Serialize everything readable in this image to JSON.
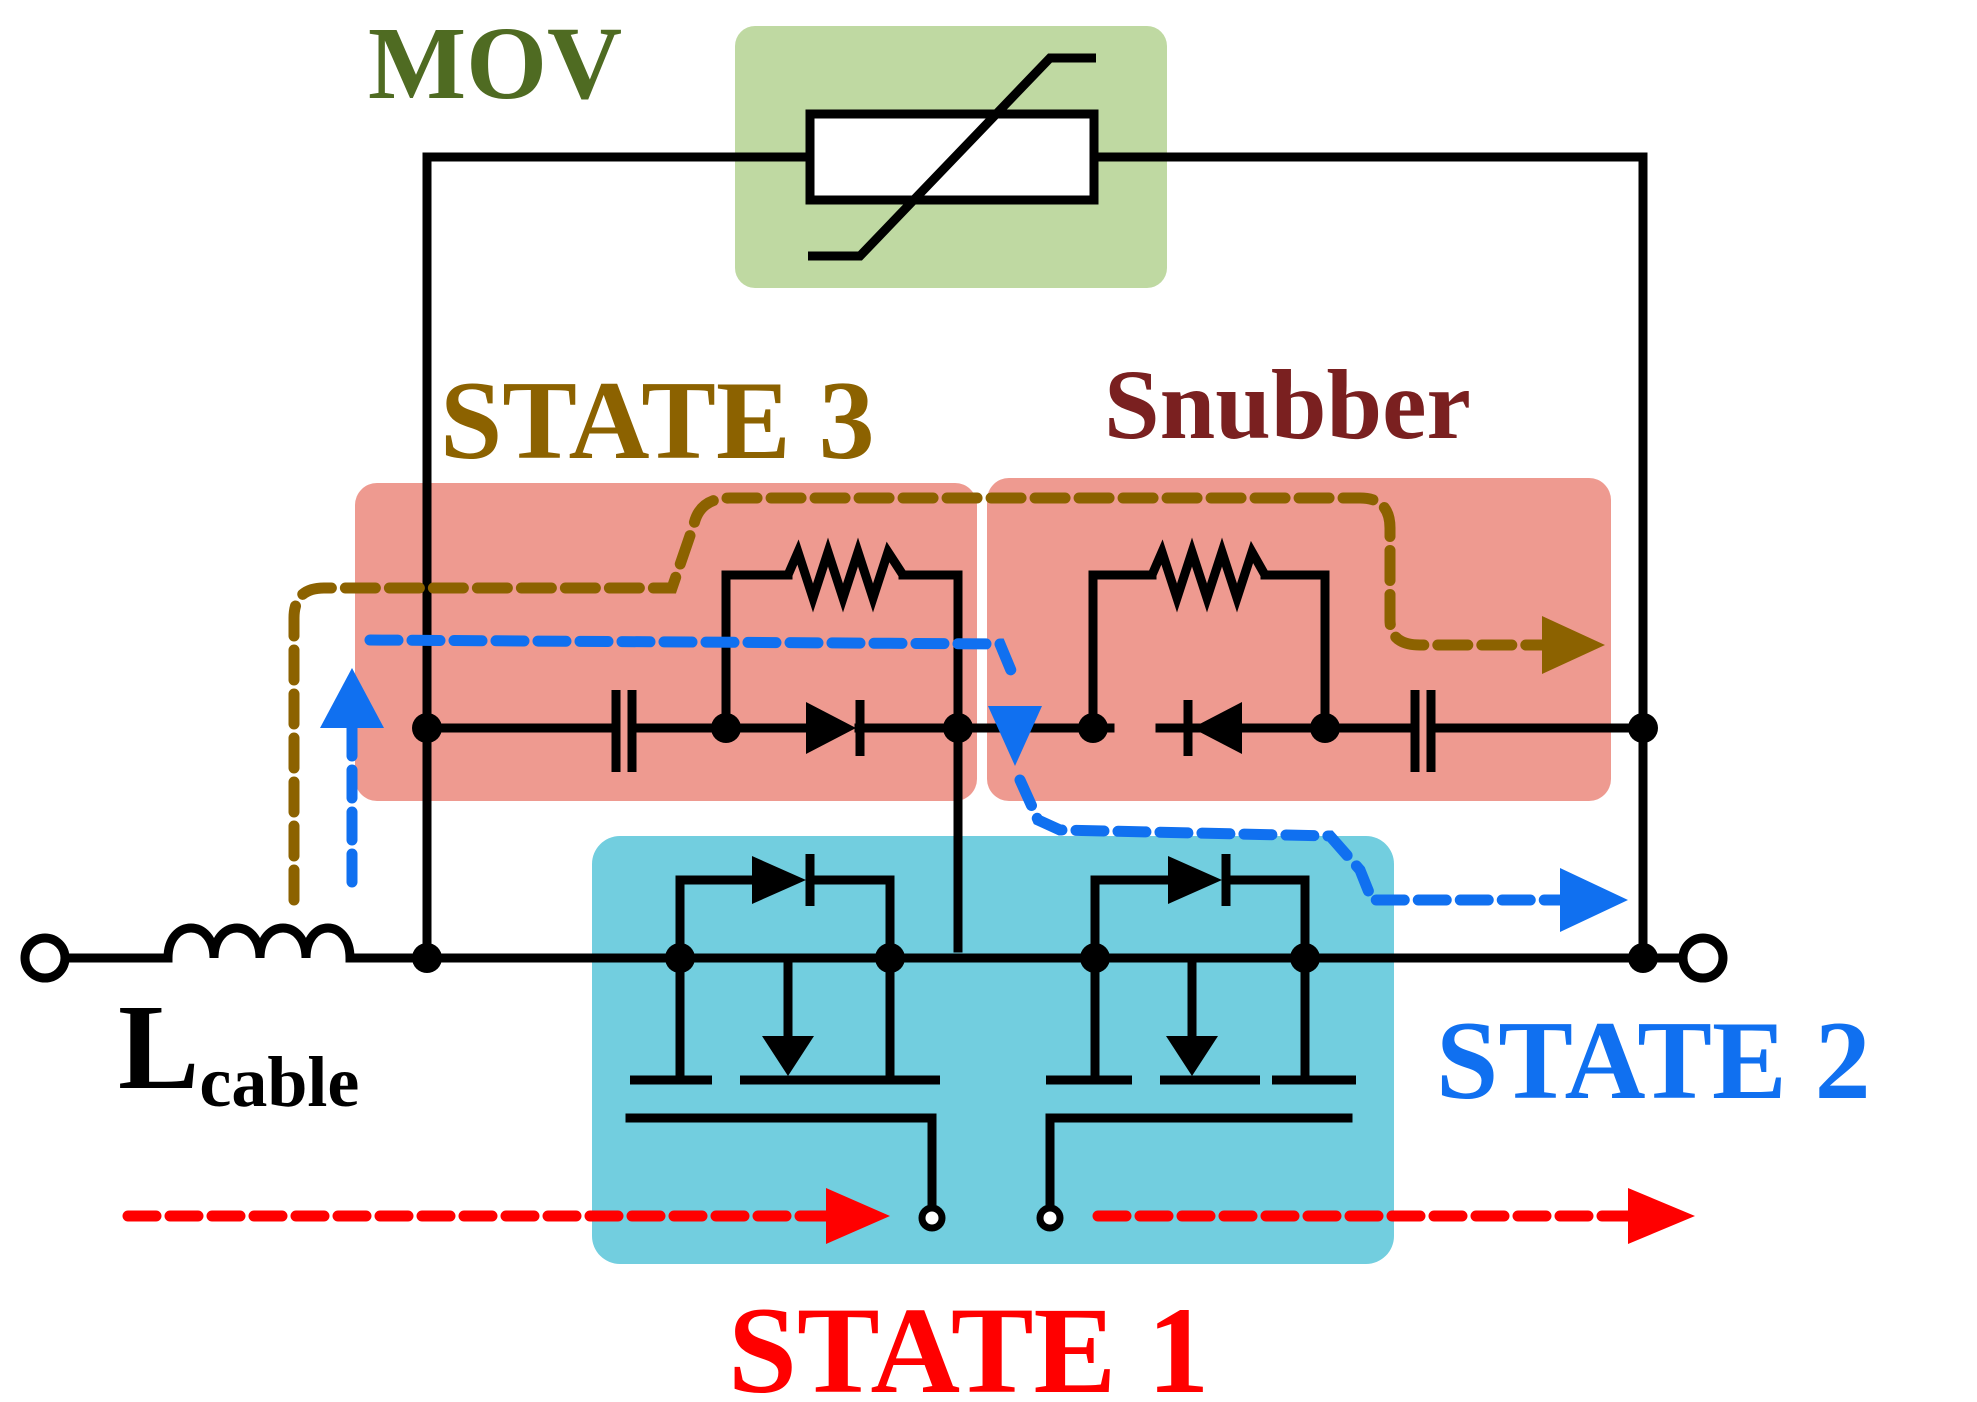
{
  "labels": {
    "mov": "MOV",
    "state3": "STATE 3",
    "snubber": "Snubber",
    "state2": "STATE 2",
    "state1": "STATE 1",
    "lcable_main": "L",
    "lcable_sub": "cable"
  },
  "colors": {
    "wire": "#000000",
    "mov_box": "#bfd9a2",
    "mov_label": "#4f6b22",
    "snubber_box": "#ee9a90",
    "snubber_label": "#7a2020",
    "switch_box": "#72cedf",
    "state1": "#ff0000",
    "state2": "#1070f0",
    "state3": "#8c6200"
  },
  "components": {
    "mov": "varistor",
    "inductor": "cable-inductance",
    "snubber_left": [
      "capacitor",
      "resistor",
      "diode"
    ],
    "snubber_right": [
      "resistor",
      "diode",
      "capacitor"
    ],
    "switch": [
      "mosfet",
      "mosfet"
    ]
  }
}
